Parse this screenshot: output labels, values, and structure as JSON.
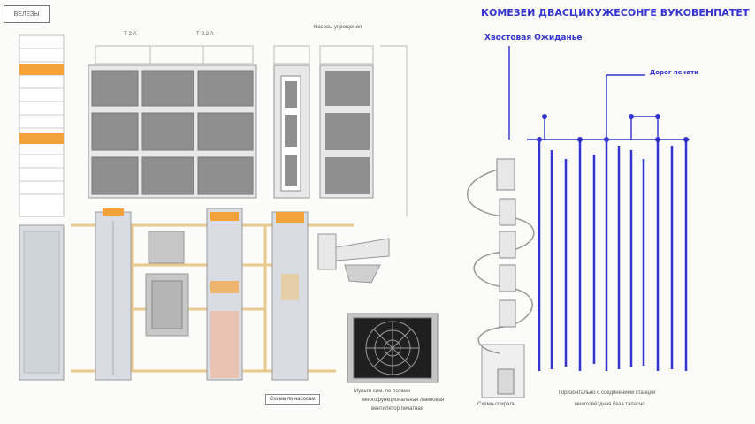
{
  "header": {
    "tag_label": "ВЕЛЕЗЫ"
  },
  "left_panel": {
    "top_title": "Насосы упрощения",
    "dim_left": "Т-2 А",
    "dim_mid": "Т-2.2 А",
    "caption_bottom_box": "Схема по насосам",
    "caption_bottom_right_1": "Мульти сим. по лотами",
    "caption_bottom_right_2": "многофункциональная ламповая",
    "caption_bottom_right_3": "вентилятор печатная"
  },
  "right_panel": {
    "title": "КОМЕЗЕИ ДВАСЦИКУЖЕСОНГЕ ВУКОВЕНПАТЕТ",
    "subtitle": "Хвостовая Ожиданье",
    "callout_right": "Дорог печати",
    "caption_1": "Горизонтально с соединением станции",
    "caption_2": "многозвёздная база тапасно",
    "spiral_label": "Схема-спираль"
  },
  "colors": {
    "accent_blue": "#3434d0",
    "orange": "#f3a23b",
    "frame_tan": "#e9c98e",
    "panel_gray": "#8f8f8f"
  }
}
